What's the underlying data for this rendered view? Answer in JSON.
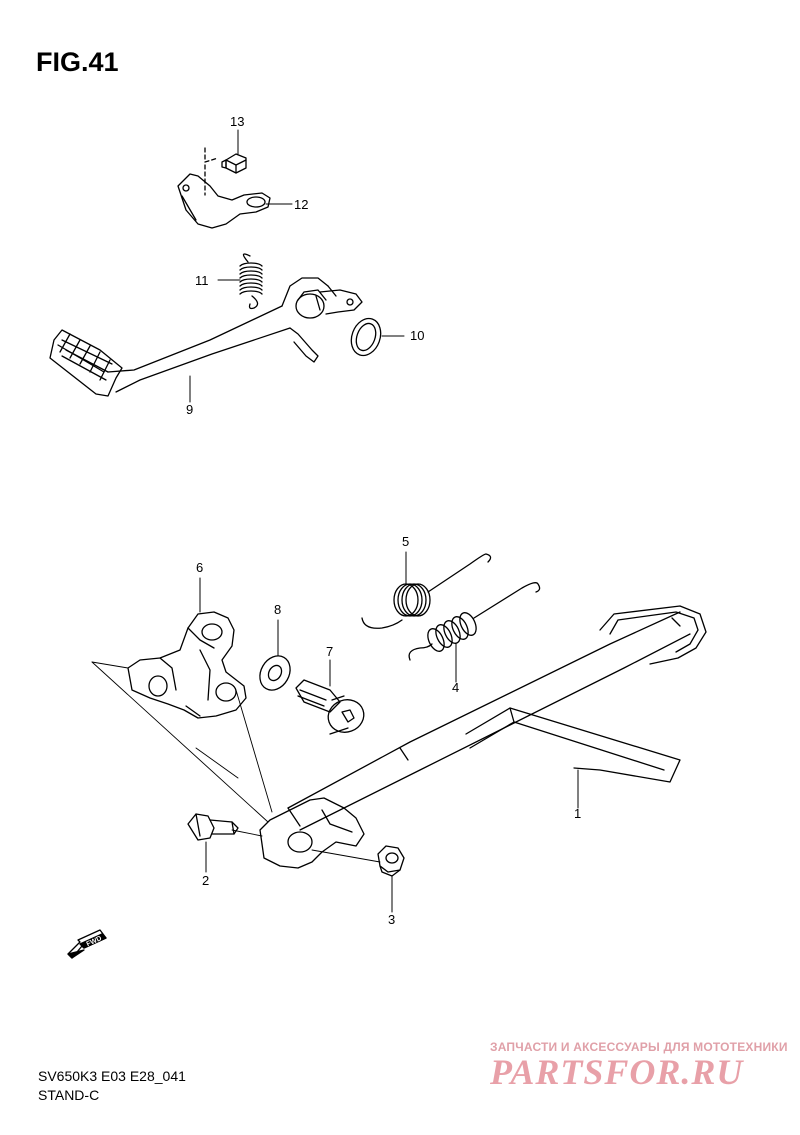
{
  "figure": {
    "title": "FIG.41",
    "model_code": "SV650K3 E03 E28_041",
    "section_name": "STAND-C"
  },
  "callouts": [
    {
      "id": "callout-1",
      "label": "1"
    },
    {
      "id": "callout-2",
      "label": "2"
    },
    {
      "id": "callout-3",
      "label": "3"
    },
    {
      "id": "callout-4",
      "label": "4"
    },
    {
      "id": "callout-5",
      "label": "5"
    },
    {
      "id": "callout-6",
      "label": "6"
    },
    {
      "id": "callout-7",
      "label": "7"
    },
    {
      "id": "callout-8",
      "label": "8"
    },
    {
      "id": "callout-9",
      "label": "9"
    },
    {
      "id": "callout-10",
      "label": "10"
    },
    {
      "id": "callout-11",
      "label": "11"
    },
    {
      "id": "callout-12",
      "label": "12"
    },
    {
      "id": "callout-13",
      "label": "13"
    }
  ],
  "direction_marker": {
    "label": "FWD",
    "icon": "forward-arrow-icon"
  },
  "watermark": {
    "tagline": "ЗАПЧАСТИ И АКСЕССУАРЫ ДЛЯ МОТОТЕХНИКИ",
    "logo_text": "PARTSFOR.RU",
    "color": "#e8a0a8"
  }
}
